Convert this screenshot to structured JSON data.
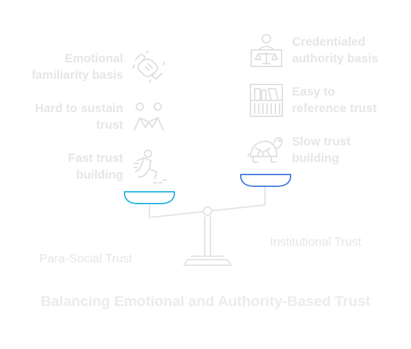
{
  "title": "Balancing Emotional and Authority-Based Trust",
  "left_side": {
    "name": "Para-Social Trust",
    "items": [
      {
        "lines": [
          "Emotional",
          "familiarity basis"
        ],
        "icon": "handshake-icon"
      },
      {
        "lines": [
          "Hard to sustain",
          "trust"
        ],
        "icon": "people-holding-hands-icon"
      },
      {
        "lines": [
          "Fast trust",
          "building"
        ],
        "icon": "running-person-icon"
      }
    ]
  },
  "right_side": {
    "name": "Institutional Trust",
    "items": [
      {
        "lines": [
          "Credentialed",
          "authority basis"
        ],
        "icon": "judge-scales-icon"
      },
      {
        "lines": [
          "Easy to",
          "reference trust"
        ],
        "icon": "bookshelf-icon"
      },
      {
        "lines": [
          "Slow trust",
          "building"
        ],
        "icon": "turtle-icon"
      }
    ]
  },
  "colors": {
    "left_pan": "#2bb6e0",
    "right_pan": "#4a7fe0",
    "structure": "#e4e4e4",
    "icon_stroke": "#e0e0e0",
    "text": "#e6e6e6"
  }
}
